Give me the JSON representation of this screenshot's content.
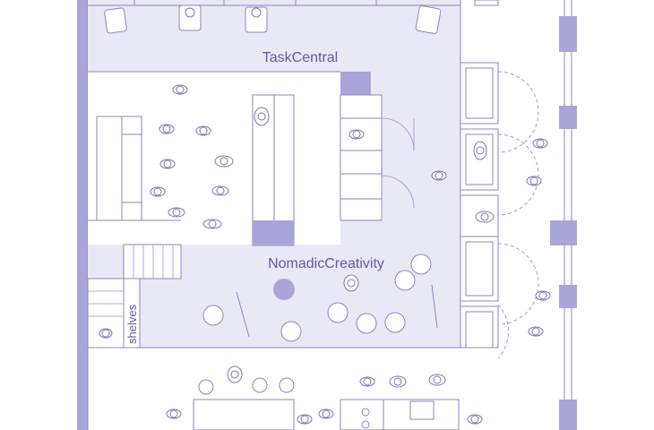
{
  "labels": {
    "task_central": "TaskCentral",
    "nomadic_creativity": "NomadicCreativity",
    "shelves": "shelves"
  },
  "colors": {
    "wall": "#a9a5d8",
    "zone": "#e9e8f5",
    "line": "#8a86bf",
    "text": "#5f5aa6"
  }
}
